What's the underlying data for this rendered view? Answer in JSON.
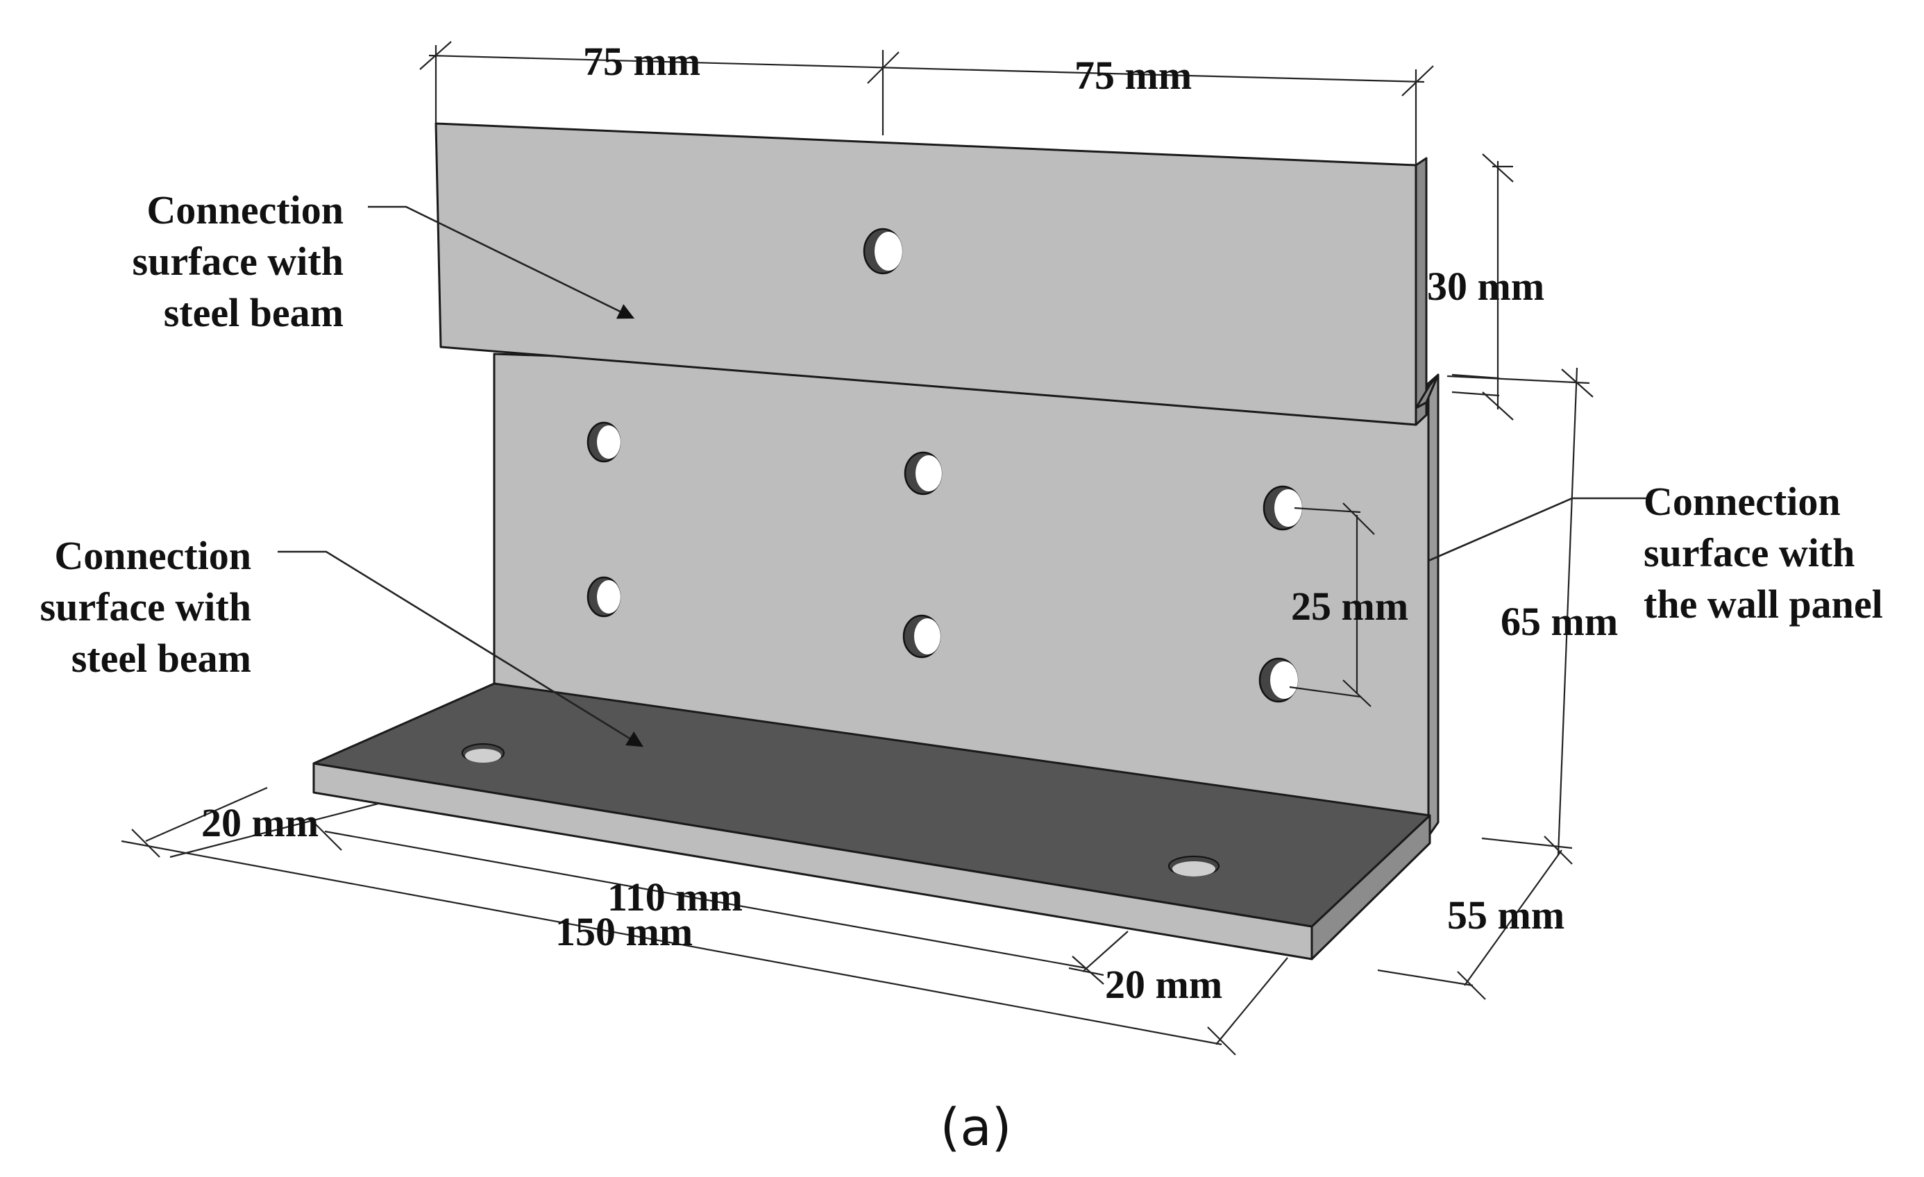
{
  "labels": {
    "top_surface": [
      "Connection",
      "surface with",
      "steel beam"
    ],
    "bottom_surface": [
      "Connection",
      "surface with",
      "steel beam"
    ],
    "wall_surface": [
      "Connection",
      "surface with",
      "the wall panel"
    ]
  },
  "dimensions": {
    "top_left_width": "75 mm",
    "top_right_width": "75 mm",
    "flange_height": "30 mm",
    "hole_spacing": "25 mm",
    "web_height": "65 mm",
    "base_depth": "55 mm",
    "left_edge": "20 mm",
    "hole_distance": "110 mm",
    "total_length": "150 mm",
    "right_edge": "20 mm"
  },
  "caption": "(a)",
  "colors": {
    "light_plate": "#bdbdbd",
    "dark_plate": "#555555",
    "side_face": "#9a9a9a",
    "hole_shadow": "#444444"
  }
}
